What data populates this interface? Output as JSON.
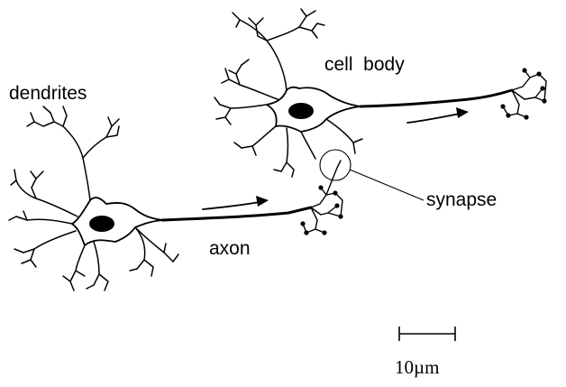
{
  "labels": {
    "dendrites": "dendrites",
    "cell_body": "cell  body",
    "synapse": "synapse",
    "axon": "axon"
  },
  "scale_bar": {
    "label": "10µm"
  },
  "colors": {
    "ink": "#000000",
    "background": "#ffffff"
  }
}
